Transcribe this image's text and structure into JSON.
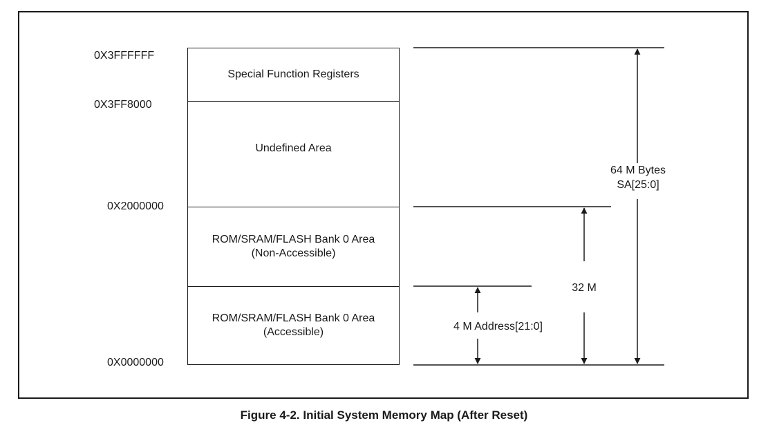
{
  "addresses": [
    "0X3FFFFFF",
    "0X3FF8000",
    "0X2000000",
    "0X0000000"
  ],
  "regions": [
    "Special Function Registers",
    "Undefined Area",
    "ROM/SRAM/FLASH Bank 0 Area\n(Non-Accessible)",
    "ROM/SRAM/FLASH Bank 0 Area\n(Accessible)"
  ],
  "dimensions": {
    "total": "64 M Bytes\nSA[25:0]",
    "bank": "32 M",
    "accessible": "4 M Address[21:0]"
  },
  "caption": "Figure 4-2. Initial System Memory Map (After Reset)"
}
